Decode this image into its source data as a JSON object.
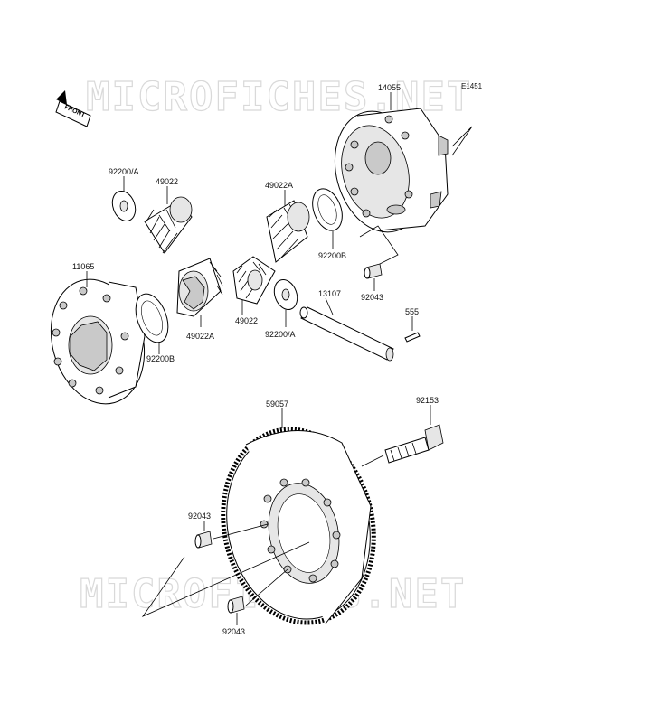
{
  "watermark": "MICROFICHES.NET",
  "diagram_code": "E1451",
  "front_label": "FRONT",
  "parts": {
    "case_left": "11065",
    "case_right": "14055",
    "ring_gear": "59057",
    "bolt": "92153",
    "shaft": "13107",
    "pin": "555",
    "pinion_left": "49022",
    "pinion_right": "49022",
    "side_gear_left": "49022A",
    "side_gear_right": "49022A",
    "washer_top_left": "92200/A",
    "washer_mid": "92200/A",
    "washer_b_left": "92200B",
    "washer_b_right": "92200B",
    "dowel_top": "92043",
    "dowel_mid": "92043",
    "dowel_bottom": "92043"
  }
}
